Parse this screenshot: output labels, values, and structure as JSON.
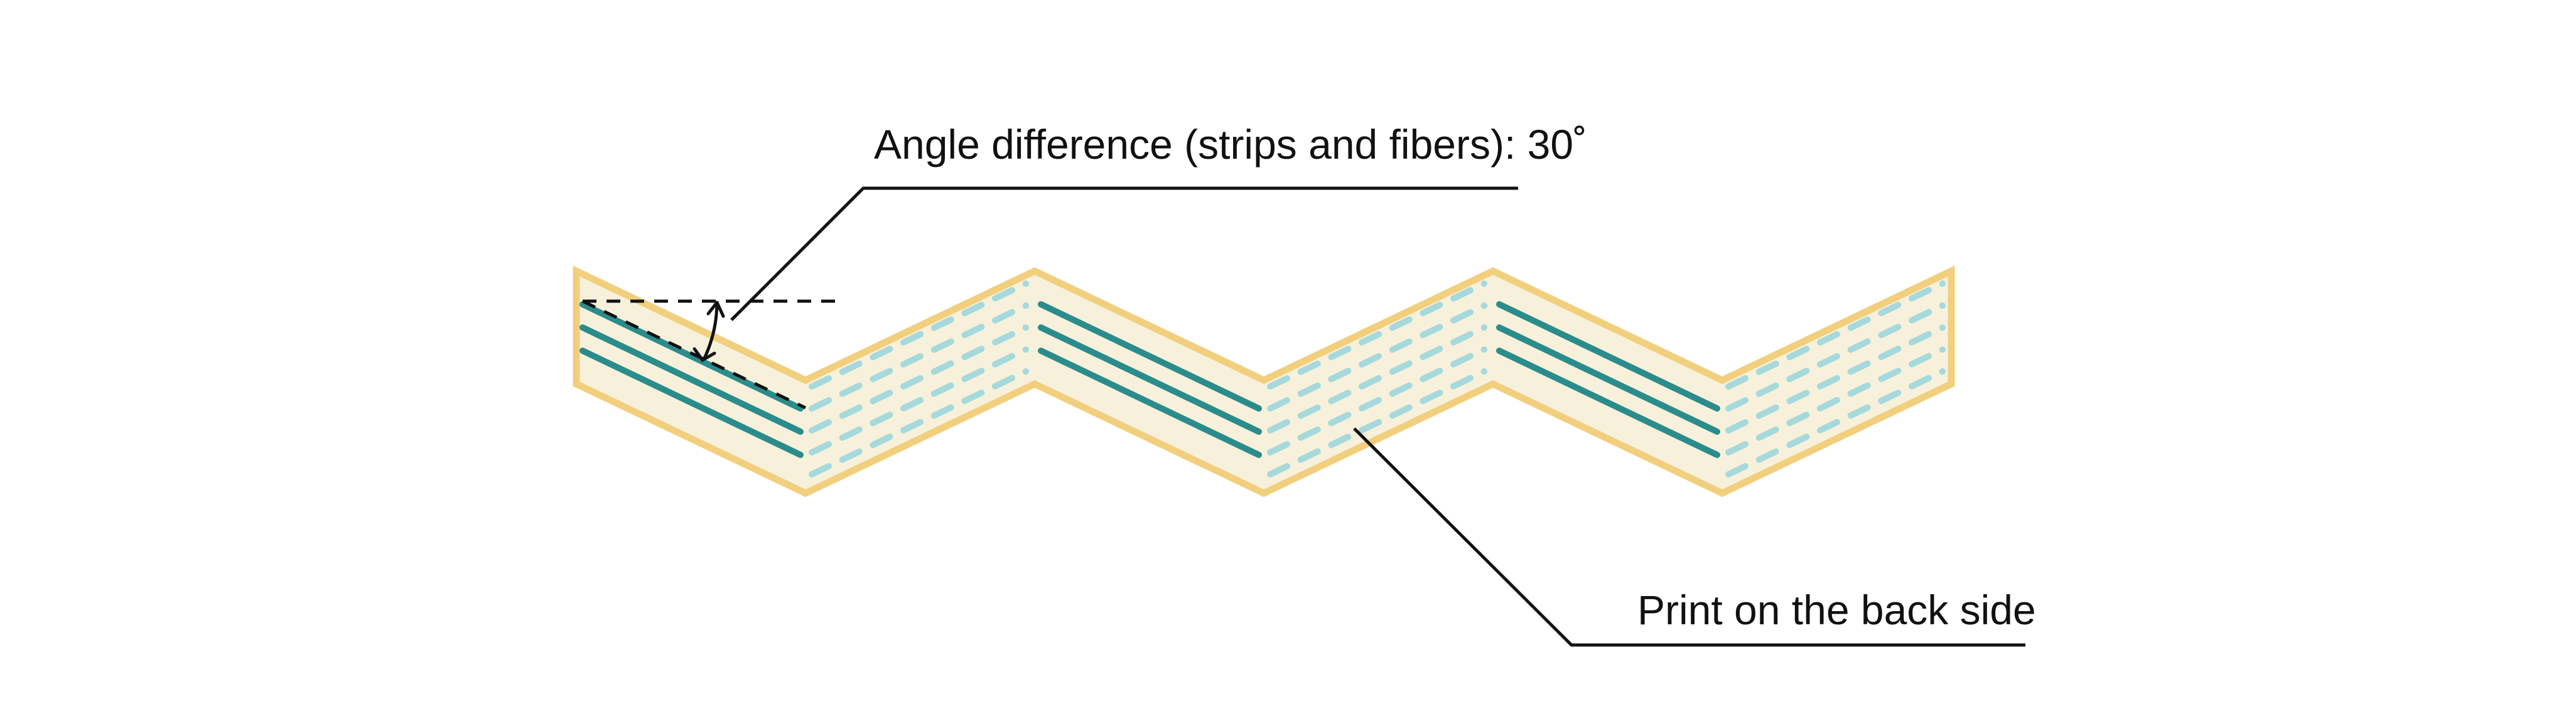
{
  "labels": {
    "angle_note": "Angle difference (strips and fibers): 30˚",
    "back_print_note": "Print on the back side"
  },
  "colors": {
    "strip_fill": "#f7f1dc",
    "strip_edge": "#f1cf7d",
    "front_fiber": "#2b8c8c",
    "back_fiber": "#a6d9dc",
    "annotation": "#111111",
    "background": "#ffffff"
  },
  "angle_degrees": 30
}
